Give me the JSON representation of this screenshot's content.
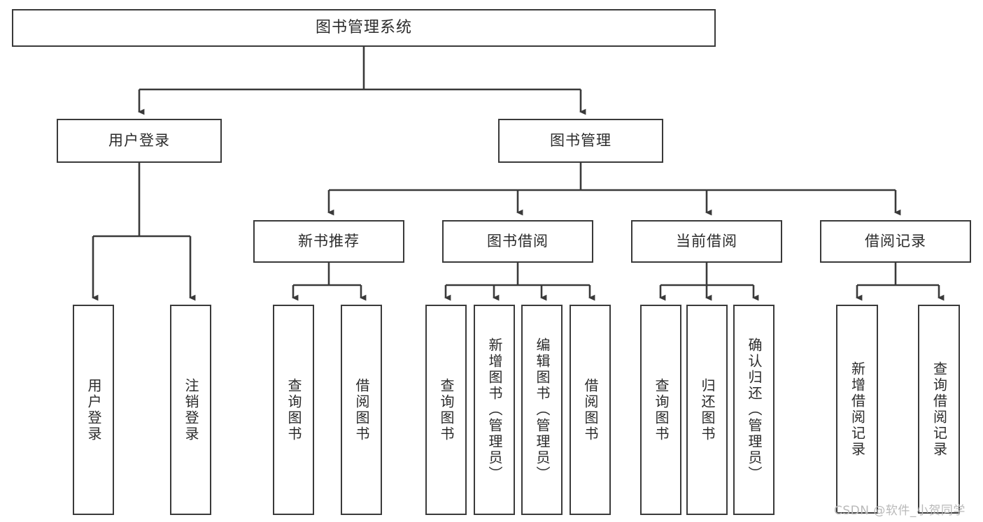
{
  "diagram": {
    "title": "图书管理系统",
    "type": "tree-hierarchy-diagram",
    "root": {
      "label": "图书管理系统"
    },
    "level1": [
      {
        "label": "用户登录"
      },
      {
        "label": "图书管理"
      }
    ],
    "level2": [
      {
        "label": "新书推荐"
      },
      {
        "label": "图书借阅"
      },
      {
        "label": "当前借阅"
      },
      {
        "label": "借阅记录"
      }
    ],
    "leaves": {
      "user_login": [
        {
          "label": "用户登录"
        },
        {
          "label": "注销登录"
        }
      ],
      "new_book_recommend": [
        {
          "label": "查询图书"
        },
        {
          "label": "借阅图书"
        }
      ],
      "book_borrow": [
        {
          "label": "查询图书"
        },
        {
          "label": "新增图书（管理员）"
        },
        {
          "label": "编辑图书（管理员）"
        },
        {
          "label": "借阅图书"
        }
      ],
      "current_borrow": [
        {
          "label": "查询图书"
        },
        {
          "label": "归还图书"
        },
        {
          "label": "确认归还（管理员）"
        }
      ],
      "borrow_record": [
        {
          "label": "新增借阅记录"
        },
        {
          "label": "查询借阅记录"
        }
      ]
    }
  },
  "watermark": {
    "text": "CSDN @软件_小贺同学"
  },
  "colors": {
    "stroke": "#3a3a3a",
    "background": "#ffffff",
    "text": "#2b2b2b",
    "watermark": "#b9b9b9"
  }
}
